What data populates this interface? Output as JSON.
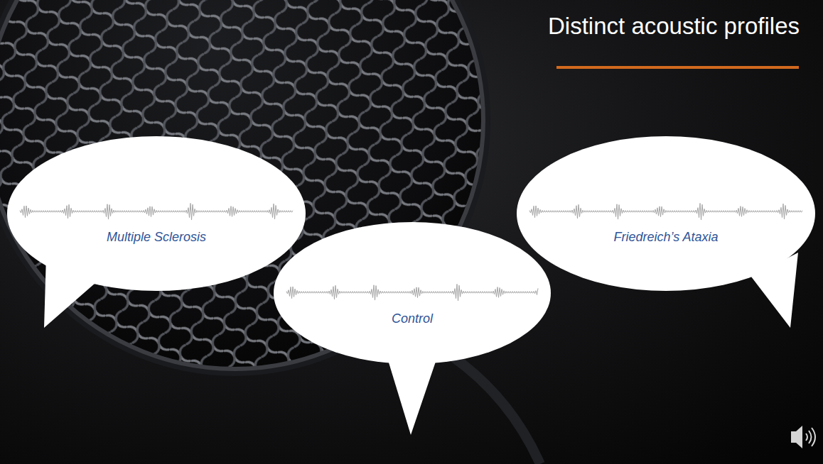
{
  "diagram": {
    "title": "Distinct acoustic profiles",
    "nodes": [
      {
        "text": [
          "Multiple Sclerosis"
        ]
      },
      {
        "text": [
          "Control"
        ]
      },
      {
        "text": [
          "Friedreich’s Ataxia"
        ]
      }
    ]
  }
}
